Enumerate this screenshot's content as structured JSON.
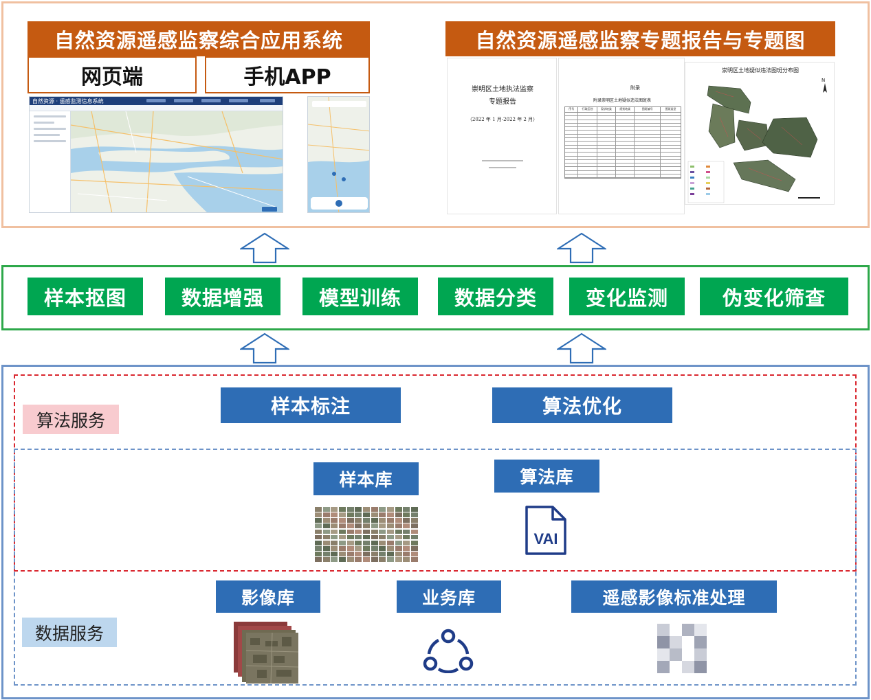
{
  "top": {
    "left_title": "自然资源遥感监察综合应用系统",
    "web_label": "网页端",
    "app_label": "手机APP",
    "right_title": "自然资源遥感监察专题报告与专题图",
    "web_shot": {
      "brand": "自然资源 · 遥感监测信息系统"
    },
    "report": {
      "title_line1": "崇明区土地执法监察",
      "title_line2": "专题报告",
      "period": "（2022 年 1 月-2022 年 2 月）",
      "appendix": "附录",
      "table_caption": "附录崇明区土地疑似违法图斑表",
      "header": [
        "序号",
        "行政区划",
        "现状地类",
        "规划地类",
        "图斑编号",
        "图斑类型"
      ]
    },
    "map": {
      "title": "崇明区土地疑似违法图斑分布图",
      "north": "N"
    }
  },
  "processing": {
    "steps": [
      "样本抠图",
      "数据增强",
      "模型训练",
      "数据分类",
      "变化监测",
      "伪变化筛查"
    ]
  },
  "bottom": {
    "algo_tag": "算法服务",
    "data_tag": "数据服务",
    "sample_label": "样本标注",
    "optimize_label": "算法优化",
    "sample_lib": "样本库",
    "algo_lib": "算法库",
    "ai_icon_text": "VAI",
    "image_lib": "影像库",
    "business_lib": "业务库",
    "standard_proc": "遥感影像标准处理"
  },
  "colors": {
    "orange": "#c55a11",
    "green": "#00a651",
    "blue": "#2e6db5",
    "navy": "#1f3c88",
    "pink_tag": "#f8cbcf",
    "blue_tag": "#bdd7ee"
  }
}
